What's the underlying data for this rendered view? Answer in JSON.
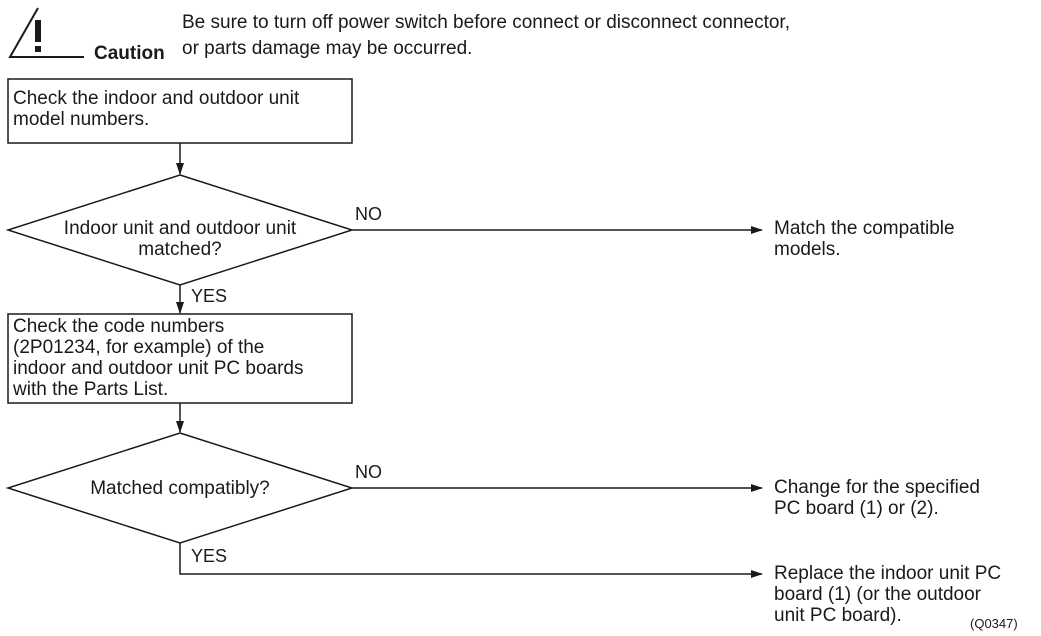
{
  "caution": {
    "label": "Caution",
    "message_line1": "Be sure to turn off power switch before connect or disconnect connector,",
    "message_line2": "or parts damage may be occurred."
  },
  "flow": {
    "step1": "Check the indoor and outdoor unit\nmodel numbers.",
    "decision1": "Indoor unit and outdoor unit\nmatched?",
    "decision1_no": "NO",
    "decision1_yes": "YES",
    "result1": "Match the compatible\nmodels.",
    "step2": "Check the code numbers\n(2P01234, for example) of the\nindoor and outdoor unit PC boards\nwith the Parts List.",
    "decision2": "Matched compatibly?",
    "decision2_no": "NO",
    "decision2_yes": "YES",
    "result2": "Change for the specified\nPC board (1) or (2).",
    "result3": "Replace the indoor unit PC\nboard (1) (or the outdoor\nunit PC board)."
  },
  "figure_code": "(Q0347)",
  "icons": {
    "caution": "warning-triangle-icon"
  }
}
